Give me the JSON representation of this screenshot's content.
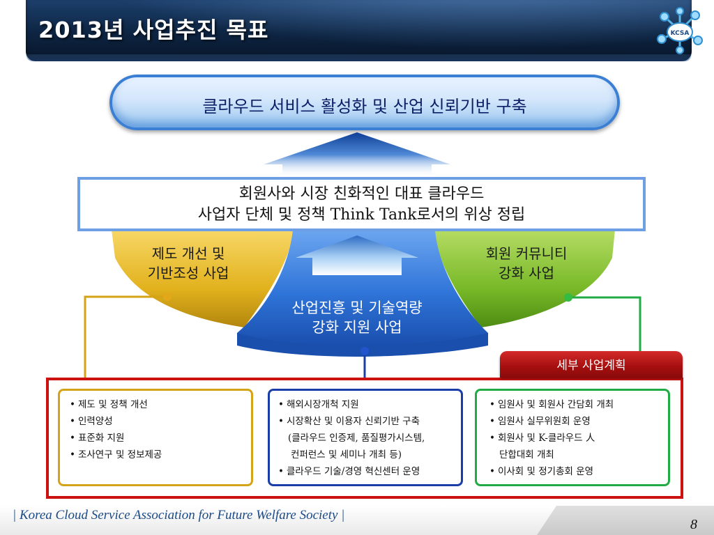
{
  "header": {
    "title": "2013년 사업추진 목표"
  },
  "goal": {
    "text": "클라우드 서비스 활성화 및 산업 신뢰기반 구축"
  },
  "vision": {
    "line1": "회원사와 시장 친화적인 대표 클라우드",
    "line2": "사업자 단체 및 정책 Think Tank로서의 위상 정립"
  },
  "pillars": {
    "left": {
      "line1": "제도 개선 및",
      "line2": "기반조성 사업",
      "color": "#e2b21e"
    },
    "center": {
      "line1": "산업진흥 및 기술역량",
      "line2": "강화 지원 사업",
      "color": "#2f74d8"
    },
    "right": {
      "line1": "회원 커뮤니티",
      "line2": "강화 사업",
      "color": "#78b928"
    }
  },
  "plan": {
    "tab_label": "세부 사업계획",
    "accent": "#cc1111",
    "cards": {
      "left": {
        "items": [
          "제도 및 정책 개선",
          "인력양성",
          "표준화 지원",
          "조사연구 및 정보제공"
        ]
      },
      "center": {
        "items": [
          "해외시장개척 지원",
          "시장확산 및 이용자 신뢰기반 구축"
        ],
        "sub_lines": [
          "(클라우드 인증제, 품질평가시스템,",
          "컨퍼런스 및 세미나 개최 등)"
        ],
        "last_item": "클라우드 기술/경영 혁신센터 운영"
      },
      "right": {
        "items": [
          "임원사 및 회원사 간담회 개최",
          "임원사 실무위원회 운영",
          "회원사 및 K-클라우드 人"
        ],
        "sub_line": "단합대회 개최",
        "last_item": "이사회 및 정기총회 운영"
      }
    }
  },
  "footer": {
    "text": "| Korea Cloud Service Association for Future Welfare Society |",
    "page_number": "8"
  },
  "logo": {
    "text": "KCSA",
    "icon": "cloud-network-logo-icon"
  }
}
